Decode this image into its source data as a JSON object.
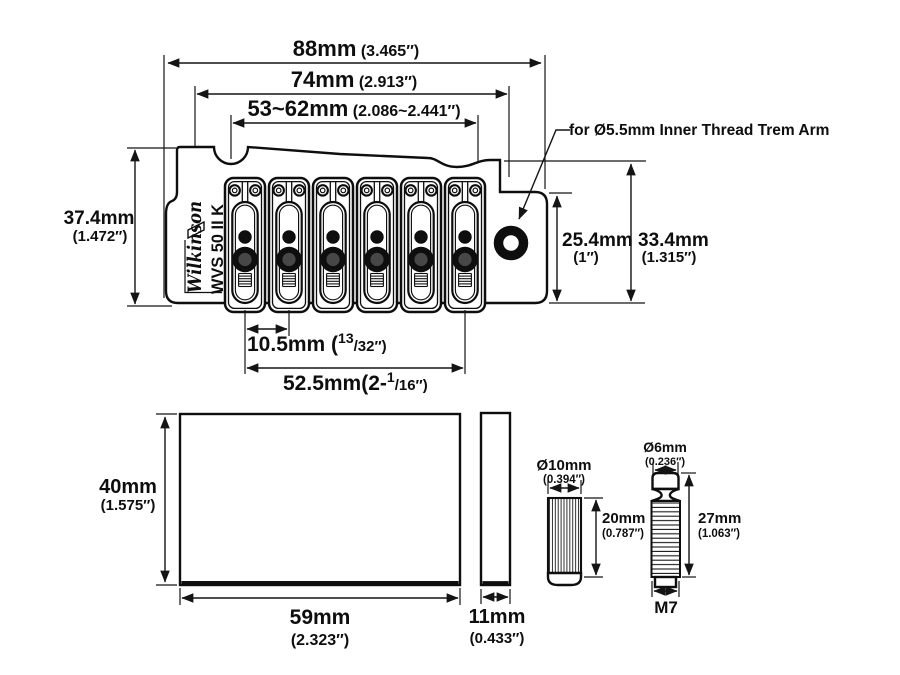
{
  "branding": {
    "logo": "Wilkinson",
    "model": "WVS 50 II K"
  },
  "annotations": {
    "trem_arm_note": "for Ø5.5mm Inner Thread Trem Arm"
  },
  "top_view": {
    "overall_width": {
      "mm": "88mm",
      "inch": " (3.465″)"
    },
    "outer_span": {
      "mm": "74mm",
      "inch": " (2.913″)"
    },
    "adjust_range": {
      "mm": "53~62mm",
      "inch": " (2.086~2.441″)"
    },
    "body_depth": {
      "mm": "37.4mm",
      "inch": "(1.472″)"
    },
    "plate_width": {
      "mm": "25.4mm",
      "inch": "(1″)"
    },
    "overall_depth": {
      "mm": "33.4mm",
      "inch": "(1.315″)"
    },
    "string_pitch": {
      "mm": "10.5mm",
      "frac_pre": " (",
      "frac_sup": "13",
      "frac_den": "/32",
      "frac_post": "″)"
    },
    "e_to_e_spacing": {
      "mm": "52.5mm",
      "frac_pre": "(2-",
      "frac_sup": "1",
      "frac_den": "/16",
      "frac_post": "″)"
    }
  },
  "block_view": {
    "height": {
      "mm": "40mm",
      "inch": "(1.575″)"
    },
    "width": {
      "mm": "59mm",
      "inch": "(2.323″)"
    },
    "thickness": {
      "mm": "11mm",
      "inch": "(0.433″)"
    }
  },
  "bushing": {
    "diameter": {
      "mm": "Ø10mm",
      "inch": "(0.394″)"
    },
    "length": {
      "mm": "20mm",
      "inch": "(0.787″)"
    }
  },
  "stud": {
    "diameter": {
      "mm": "Ø6mm",
      "inch": "(0.236″)"
    },
    "length": {
      "mm": "27mm",
      "inch": "(1.063″)"
    },
    "thread": "M7"
  }
}
